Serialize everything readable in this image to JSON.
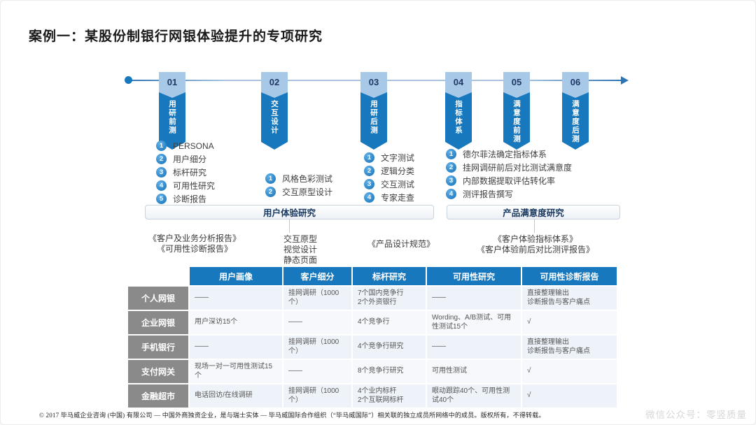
{
  "title": "案例一：某股份制银行网银体验提升的专项研究",
  "timeline": {
    "stages": [
      {
        "num": "01",
        "label": "用研前测",
        "items": [
          "PERSONA",
          "用户细分",
          "标杆研究",
          "可用性研究",
          "诊断报告"
        ]
      },
      {
        "num": "02",
        "label": "交互设计",
        "items": [
          "风格色彩测试",
          "交互原型设计"
        ]
      },
      {
        "num": "03",
        "label": "用研后测",
        "items": [
          "文字测试",
          "逻辑分类",
          "交互测试",
          "专家走查"
        ]
      },
      {
        "num": "04",
        "label": "指标体系",
        "items": [
          "德尔菲法确定指标体系",
          "挂网调研前后对比测试满意度",
          "内部数据提取评估转化率",
          "测评报告撰写"
        ]
      },
      {
        "num": "05",
        "label": "满意度前测",
        "items": []
      },
      {
        "num": "06",
        "label": "满意度后测",
        "items": []
      }
    ]
  },
  "groups": [
    {
      "label": "用户体验研究"
    },
    {
      "label": "产品满意度研究"
    }
  ],
  "deliverables": [
    "《客户及业务分析报告》\n《可用性诊断报告》",
    "交互原型\n视觉设计\n静态页面",
    "《产品设计规范》",
    "《客户体验指标体系》\n《客户体验前后对比测评报告》"
  ],
  "table": {
    "columns": [
      "用户画像",
      "客户细分",
      "标杆研究",
      "可用性研究",
      "可用性诊断报告"
    ],
    "rows": [
      {
        "label": "个人网银",
        "cells": [
          "——",
          "挂网调研（1000个）",
          "7个国内竞争行\n2个外资银行",
          "——",
          "直接整理输出\n诊断报告与客户痛点"
        ]
      },
      {
        "label": "企业网银",
        "cells": [
          "用户深访15个",
          "——",
          "4个竞争行",
          "Wording、A/B测试、可用性测试15个",
          "√"
        ]
      },
      {
        "label": "手机银行",
        "cells": [
          "——",
          "挂网调研（1000个）",
          "4个竞争行研究",
          "——",
          "直接整理输出\n诊断报告与客户痛点"
        ]
      },
      {
        "label": "支付网关",
        "cells": [
          "现场一对一可用性测试15个",
          "——",
          "8个竞争行研究",
          "可用性测试",
          "√"
        ]
      },
      {
        "label": "金融超市",
        "cells": [
          "电话回访/在线调研",
          "挂网调研（1000个）",
          "4个业内标杆\n2个互联网标杆",
          "眼动跟踪40个、可用性测试40个",
          "√"
        ]
      }
    ]
  },
  "footer": "© 2017 毕马威企业咨询 (中国) 有限公司 — 中国外商独资企业，是与瑞士实体 — 毕马威国际合作组织（“毕马威国际”）相关联的独立成员所网络中的成员。版权所有，不得转载。",
  "watermark": "微信公众号：零竖质量",
  "colors": {
    "accent": "#1878be",
    "ribbon_light": "#a8c8e8",
    "header_blue": "#1878be",
    "row_label_gray": "#8a8a8a"
  }
}
